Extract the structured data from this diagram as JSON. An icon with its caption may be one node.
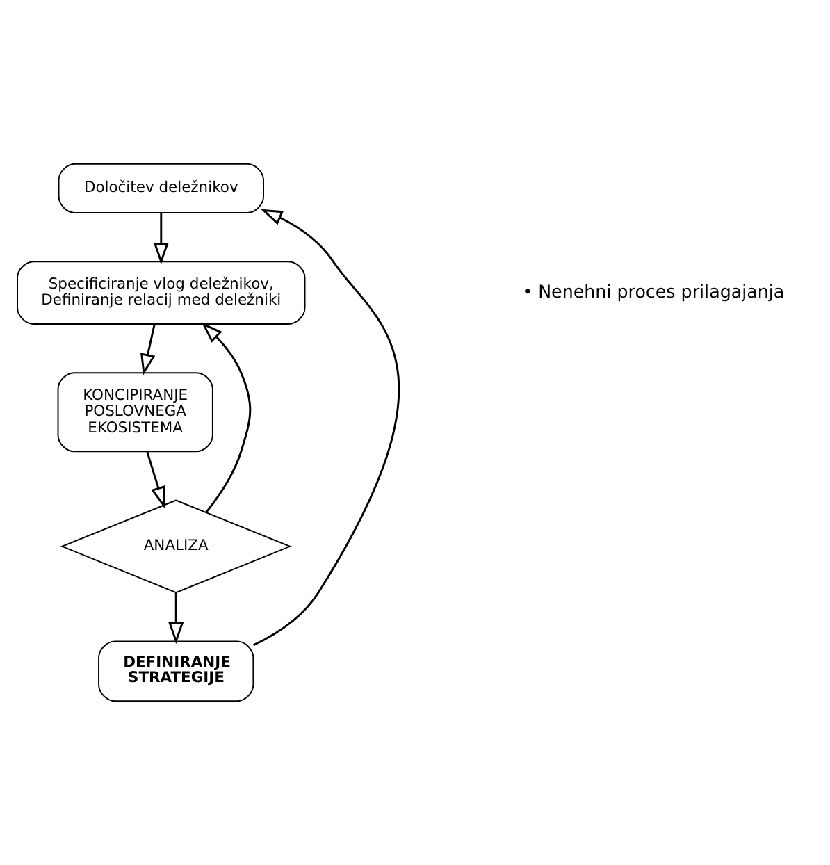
{
  "diagram": {
    "nodes": [
      {
        "text": [
          "Določitev deležnikov"
        ]
      },
      {
        "text": [
          "Specificiranje vlog deležnikov,",
          "Definiranje relacij med deležniki"
        ]
      },
      {
        "text": [
          "KONCIPIRANJE POSLOVNEGA EKOSISTEMA"
        ]
      },
      {
        "text": [
          "ANALIZA"
        ]
      },
      {
        "text": [
          "DEFINIRANJE STRATEGIJE"
        ]
      }
    ],
    "edges": [
      {
        "from": 0,
        "to": 1,
        "arrow": "to"
      },
      {
        "from": 1,
        "to": 2,
        "arrow": "to"
      },
      {
        "from": 2,
        "to": 3,
        "arrow": "to"
      },
      {
        "from": 3,
        "to": 1,
        "arrow": "to"
      },
      {
        "from": 3,
        "to": 4,
        "arrow": "to"
      },
      {
        "from": 4,
        "to": 0,
        "arrow": "to"
      }
    ],
    "labels": [
      "• Nenehni proces prilagajanja"
    ]
  }
}
